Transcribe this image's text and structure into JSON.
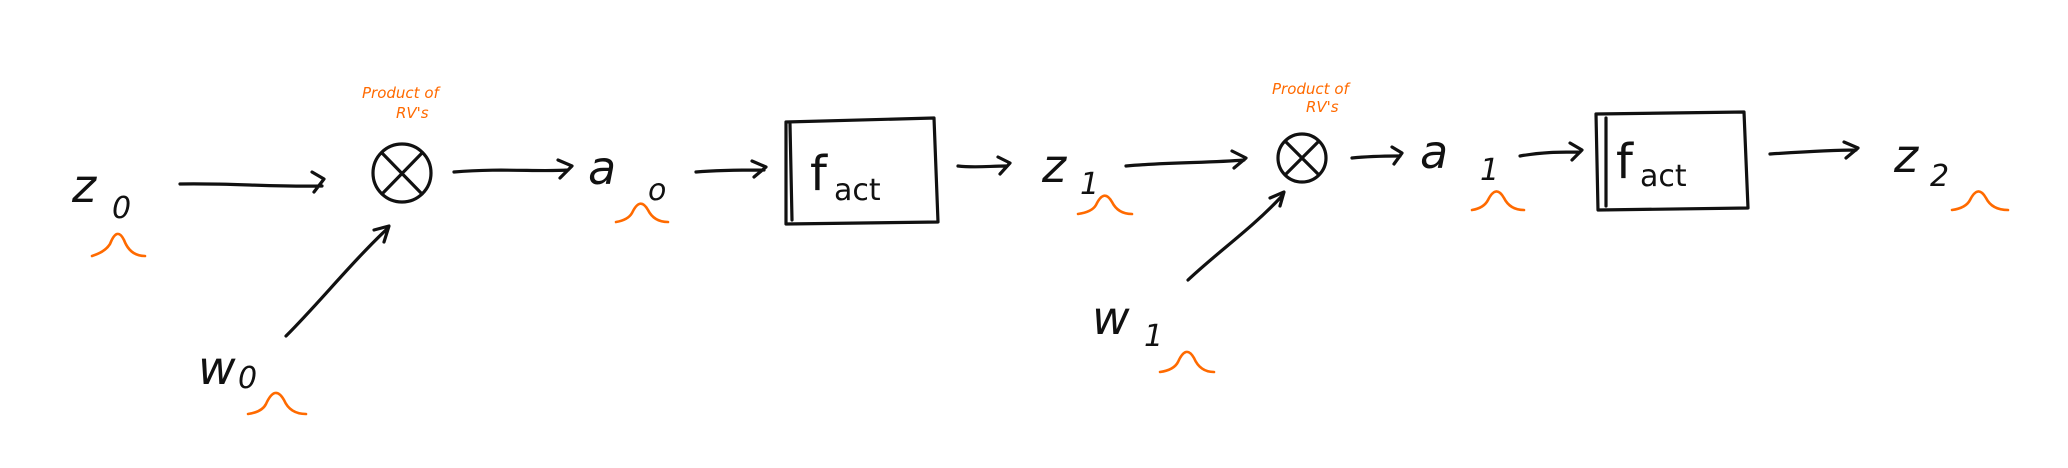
{
  "nodes": {
    "z0": {
      "base": "z",
      "sub": "0"
    },
    "w0": {
      "base": "w",
      "sub": "0"
    },
    "a0": {
      "base": "a",
      "sub": "o"
    },
    "z1": {
      "base": "z",
      "sub": "1"
    },
    "w1": {
      "base": "w",
      "sub": "1"
    },
    "a1": {
      "base": "a",
      "sub": "1"
    },
    "z2": {
      "base": "z",
      "sub": "2"
    }
  },
  "operators": {
    "product_symbol": "⊗",
    "fact_box_1": {
      "base": "f",
      "sub": "act"
    },
    "fact_box_2": {
      "base": "f",
      "sub": "act"
    }
  },
  "annotations": {
    "product_note_1": {
      "line1": "Product of",
      "line2": "RV's"
    },
    "product_note_2": {
      "line1": "Product of",
      "line2": "RV's"
    }
  },
  "colors": {
    "ink": "#111111",
    "accent": "#ff6a00"
  }
}
